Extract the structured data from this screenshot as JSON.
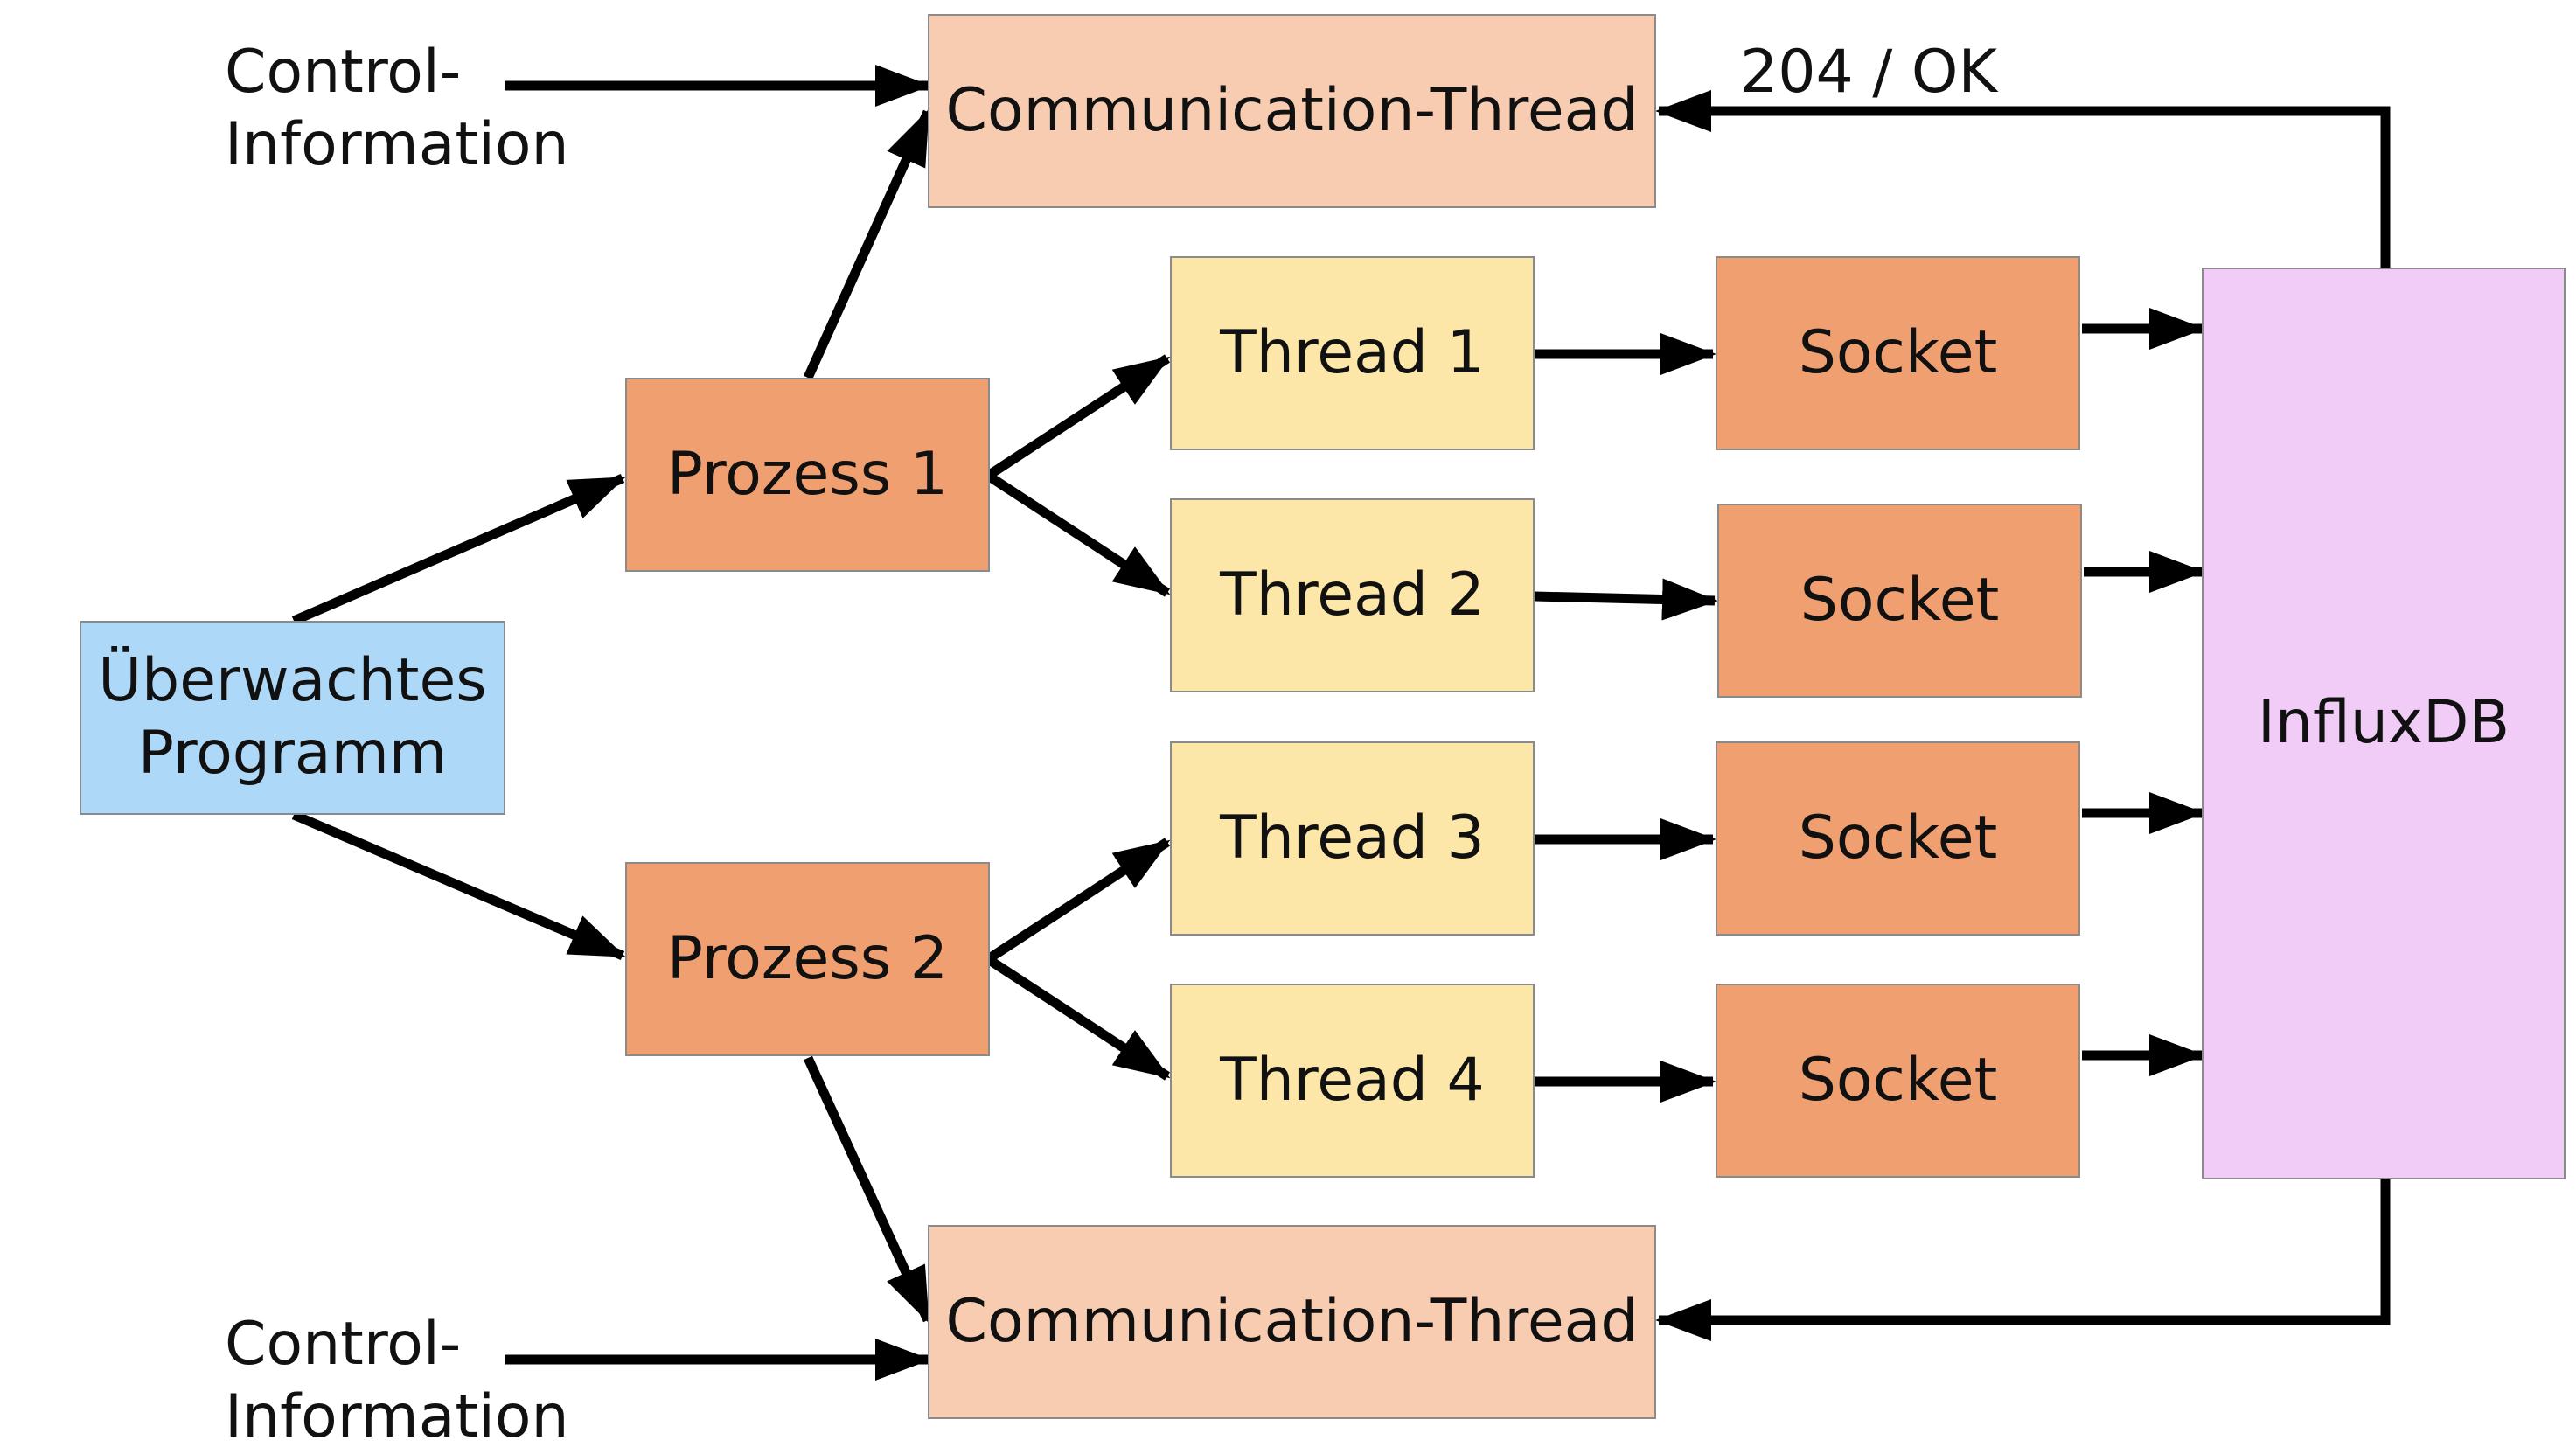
{
  "colors": {
    "program": "#add8f8",
    "process": "#f0a070",
    "thread": "#fce6a8",
    "socket": "#f0a070",
    "comm": "#f8ccb0",
    "influx": "#f0ccf6",
    "arrow": "#000000"
  },
  "nodes": {
    "program": "Überwachtes\nProgramm",
    "process1": "Prozess 1",
    "process2": "Prozess 2",
    "thread1": "Thread 1",
    "thread2": "Thread 2",
    "thread3": "Thread 3",
    "thread4": "Thread 4",
    "socket1": "Socket",
    "socket2": "Socket",
    "socket3": "Socket",
    "socket4": "Socket",
    "comm_top": "Communication-Thread",
    "comm_bottom": "Communication-Thread",
    "influx": "InfluxDB"
  },
  "labels": {
    "control_top": "Control-\nInformation",
    "control_bottom": "Control-\nInformation",
    "response": "204 / OK"
  },
  "edges": [
    {
      "from": "program",
      "to": "process1"
    },
    {
      "from": "program",
      "to": "process2"
    },
    {
      "from": "process1",
      "to": "comm_top"
    },
    {
      "from": "process2",
      "to": "comm_bottom"
    },
    {
      "from": "process1",
      "to": "thread1"
    },
    {
      "from": "process1",
      "to": "thread2"
    },
    {
      "from": "process2",
      "to": "thread3"
    },
    {
      "from": "process2",
      "to": "thread4"
    },
    {
      "from": "thread1",
      "to": "socket1"
    },
    {
      "from": "thread2",
      "to": "socket2"
    },
    {
      "from": "thread3",
      "to": "socket3"
    },
    {
      "from": "thread4",
      "to": "socket4"
    },
    {
      "from": "socket1",
      "to": "influx"
    },
    {
      "from": "socket2",
      "to": "influx"
    },
    {
      "from": "socket3",
      "to": "influx"
    },
    {
      "from": "socket4",
      "to": "influx"
    },
    {
      "from": "influx",
      "to": "comm_top",
      "label": "204 / OK"
    },
    {
      "from": "influx",
      "to": "comm_bottom"
    },
    {
      "from": "control_top",
      "to": "comm_top"
    },
    {
      "from": "control_bottom",
      "to": "comm_bottom"
    }
  ]
}
